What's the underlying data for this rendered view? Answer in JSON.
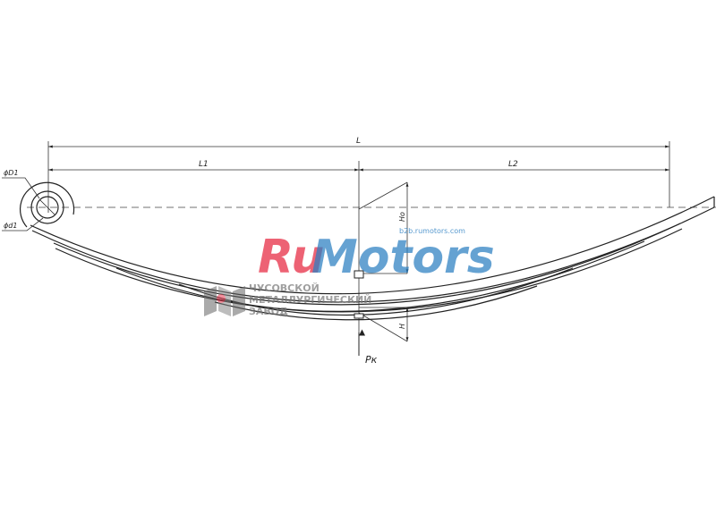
{
  "drawing": {
    "dimensions": {
      "overall_length": "L",
      "front_length": "L1",
      "rear_length": "L2",
      "eye_outer_diameter": "ϕD1",
      "eye_inner_diameter": "ϕd1",
      "free_height": "Hо",
      "loaded_height": "H",
      "load": "Pк"
    }
  },
  "watermark": {
    "brand_part1": "Ru",
    "brand_part2": "Motors",
    "site": "b2b.rumotors.com",
    "company_line1": "ЧУСОВСКОЙ",
    "company_line2": "МЕТАЛЛУРГИЧЕСКИЙ",
    "company_line3": "ЗАВОД",
    "brand_color_primary": "#e8374e",
    "brand_color_secondary": "#2b7fc2"
  }
}
